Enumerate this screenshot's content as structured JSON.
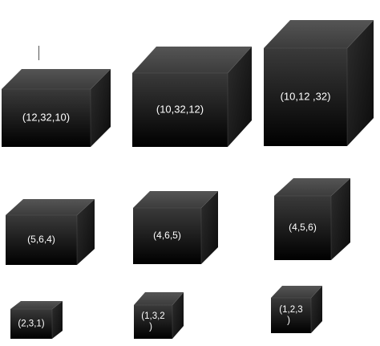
{
  "boxes": [
    {
      "label": "(12,32,10)"
    },
    {
      "label": "(10,32,12)"
    },
    {
      "label": "(10,12 ,32)"
    },
    {
      "label": "(5,6,4)"
    },
    {
      "label": "(4,6,5)"
    },
    {
      "label": "(4,5,6)"
    },
    {
      "label": "(2,3,1)"
    },
    {
      "label": "(1,3,2",
      "label_line2": ")"
    },
    {
      "label": "(1,2,3",
      "label_line2": ")"
    }
  ],
  "colors": {
    "front_top": "#3a3a3a",
    "front_bottom": "#000000",
    "top_face": "#4a4a4a",
    "side_face": "#262626",
    "edge": "#6a6a6a",
    "label": "#ffffff",
    "text_cursor": "#555555"
  }
}
